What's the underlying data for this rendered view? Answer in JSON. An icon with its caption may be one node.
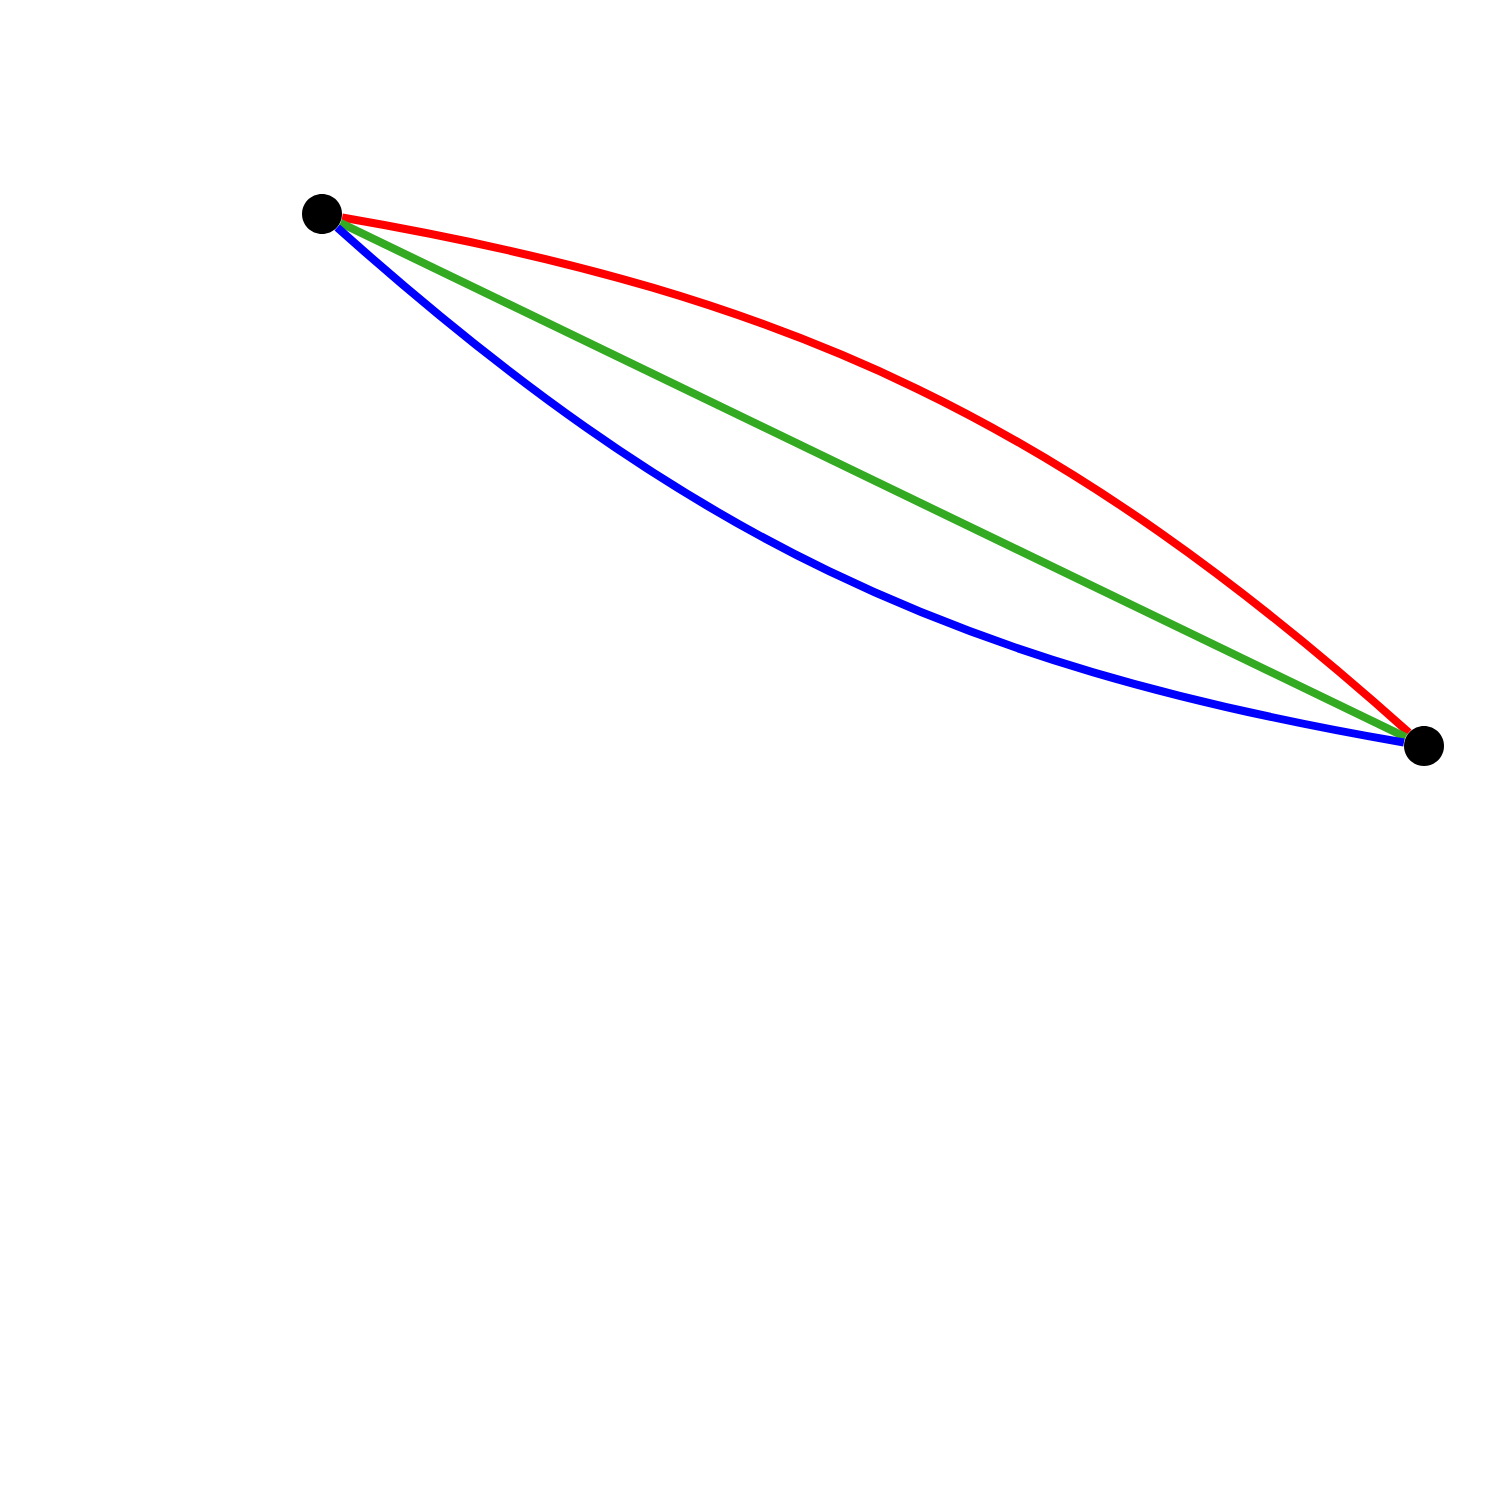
{
  "diagram": {
    "nodes": [
      {
        "text": [],
        "shape": "circle"
      },
      {
        "text": [],
        "shape": "circle"
      }
    ],
    "edges": [
      {
        "from": 0,
        "to": 1,
        "arrow": "none",
        "color": "#ff0000"
      },
      {
        "from": 0,
        "to": 1,
        "arrow": "none",
        "color": "#33aa22"
      },
      {
        "from": 0,
        "to": 1,
        "arrow": "none",
        "color": "#0000ff"
      }
    ]
  }
}
